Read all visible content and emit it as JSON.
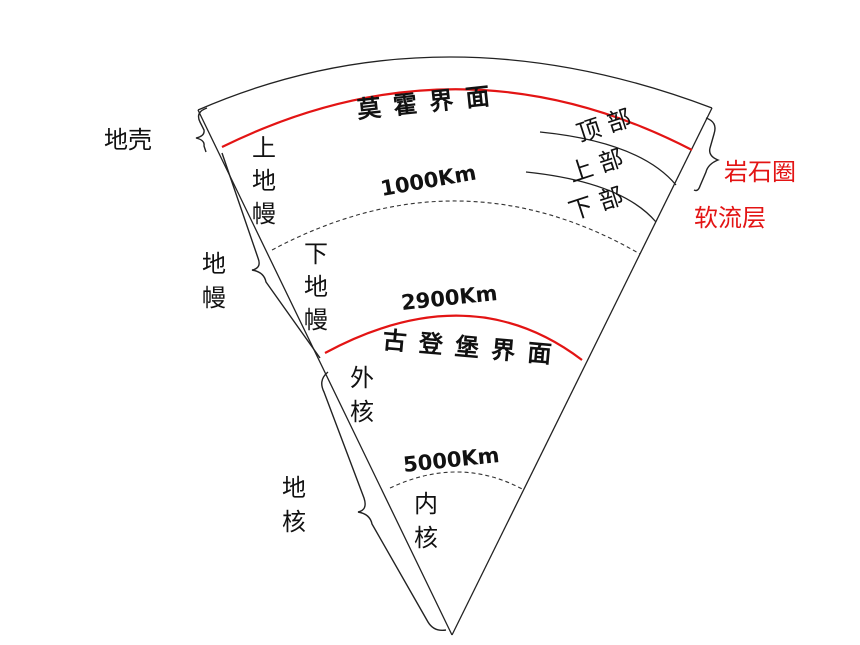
{
  "labels": {
    "crust": "地壳",
    "mantle": "地\n幔",
    "core": "地\n核",
    "upper_mantle": "上\n地\n幔",
    "lower_mantle": "下\n地\n幔",
    "outer_core": "外\n核",
    "inner_core": "内\n核",
    "top_part": "顶 部",
    "upper_part": "上 部",
    "lower_part": "下 部",
    "lithosphere": "岩石圈",
    "asthenosphere": "软流层"
  },
  "boundaries": {
    "moho": "莫 霍 界 面",
    "gutenberg": "古 登 堡 界 面"
  },
  "depths": {
    "d1000": "1000Km",
    "d2900": "2900Km",
    "d5000": "5000Km"
  },
  "colors": {
    "boundary": "#e31414",
    "lithosphere_label": "#e31414",
    "line": "#222222"
  }
}
